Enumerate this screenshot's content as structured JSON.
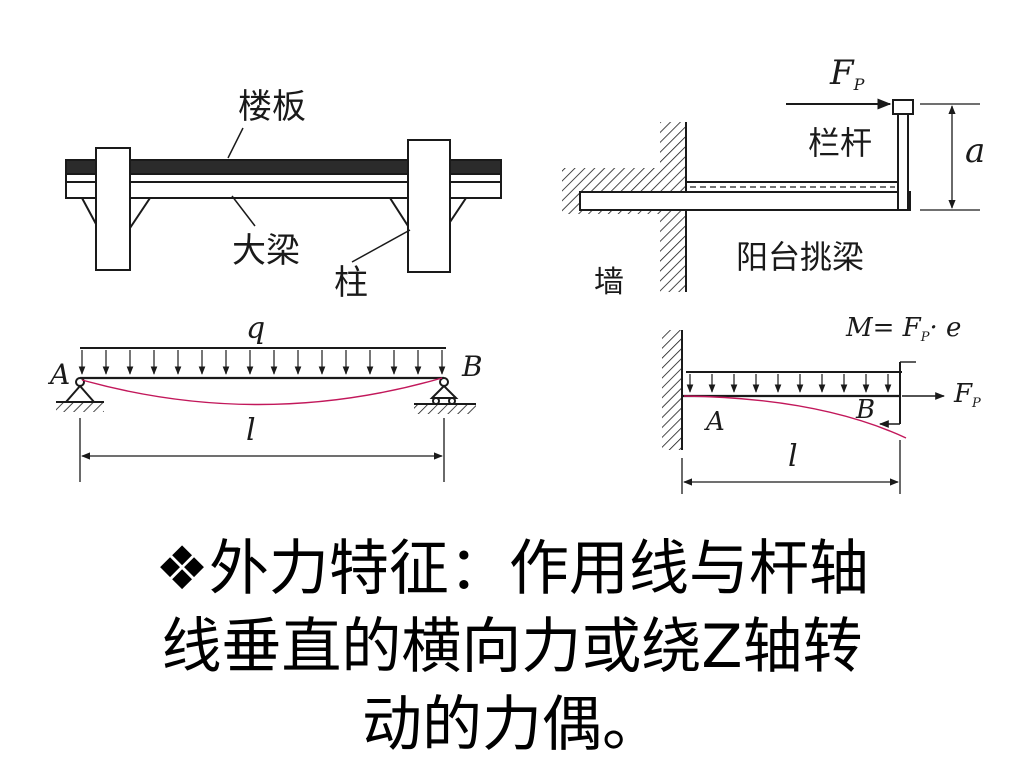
{
  "labels": {
    "floor_slab": "楼板",
    "main_beam": "大梁",
    "column": "柱",
    "force_fp": "F",
    "force_sub_p": "P",
    "railing": "栏杆",
    "height_a": "a",
    "wall": "墙",
    "balcony_beam": "阳台挑梁",
    "load_q": "q",
    "support_a": "A",
    "support_b": "B",
    "span_l": "l",
    "moment_eq": "M= F",
    "moment_tail": "· e",
    "cant_a": "A",
    "cant_b": "B",
    "cant_l": "l"
  },
  "caption": {
    "line1": "❖外力特征：作用线与杆轴",
    "line2": "线垂直的横向力或绕Z轴转",
    "line3": "动的力偶。"
  },
  "colors": {
    "ink": "#1a1a1a",
    "deflection": "#c2185b"
  }
}
